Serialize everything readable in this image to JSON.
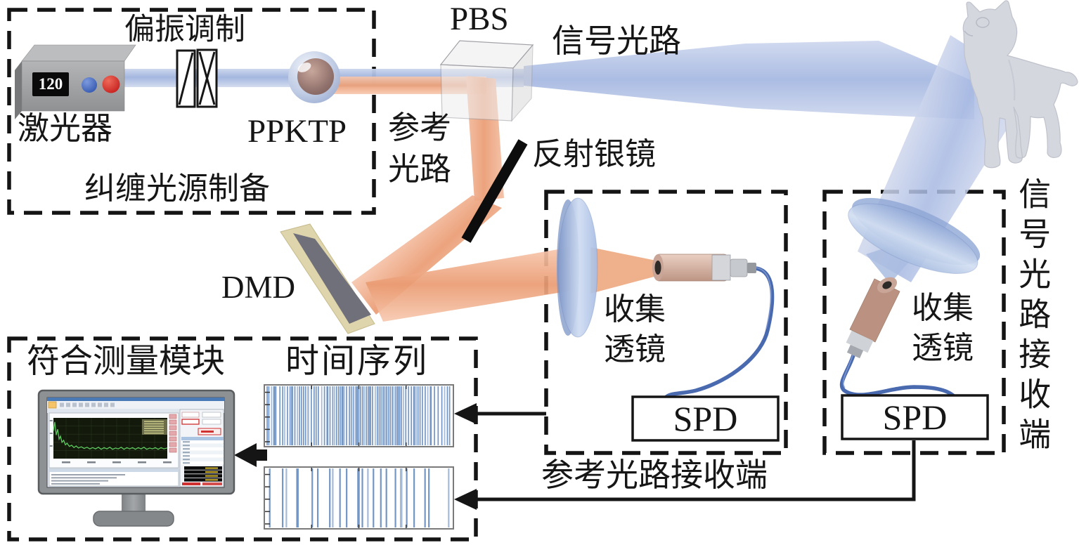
{
  "figure": {
    "source_box_label": "纠缠光源制备",
    "laser_label": "激光器",
    "laser_display": "120",
    "polarization_label": "偏振调制",
    "ppktp_label": "PPKTP",
    "pbs_label": "PBS",
    "signal_path_label": "信号光路",
    "reference_path_label": "参考\n光路",
    "mirror_label": "反射银镜",
    "dmd_label": "DMD",
    "collection_lens_label": "收集\n透镜",
    "spd_label": "SPD",
    "reference_receiver_label": "参考光路接收端",
    "signal_receiver_label": "信号光路接收端",
    "coincidence_label": "符合测量模块",
    "time_series_label": "时间序列"
  },
  "colors": {
    "signal_beam": "#9fb3de",
    "reference_beam": "#eb9e76",
    "dash_stroke": "#141414",
    "timeseries_line": "#7496c5",
    "monitor_curve": "#5ec75e"
  },
  "chart_data": [
    {
      "type": "event-raster",
      "name": "time-series-top",
      "events": [
        0.004,
        0.013,
        0.028,
        0.042,
        0.051,
        0.073,
        0.088,
        0.099,
        0.114,
        0.128,
        0.139,
        0.154,
        0.168,
        0.179,
        0.19,
        0.201,
        0.212,
        0.226,
        0.243,
        0.258,
        0.269,
        0.281,
        0.299,
        0.314,
        0.33,
        0.344,
        0.359,
        0.369,
        0.38,
        0.391,
        0.401,
        0.412,
        0.421,
        0.434,
        0.449,
        0.459,
        0.47,
        0.481,
        0.49,
        0.5,
        0.51,
        0.521,
        0.53,
        0.541,
        0.551,
        0.561,
        0.574,
        0.589,
        0.6,
        0.61,
        0.62,
        0.631,
        0.64,
        0.65,
        0.66,
        0.67,
        0.681,
        0.69,
        0.7,
        0.711,
        0.721,
        0.73,
        0.741,
        0.754,
        0.769,
        0.784,
        0.799,
        0.81,
        0.82,
        0.831,
        0.844,
        0.859,
        0.873,
        0.889,
        0.909,
        0.929,
        0.949,
        0.964,
        0.979,
        0.991
      ]
    },
    {
      "type": "event-raster",
      "name": "time-series-bottom",
      "events": [
        0.018,
        0.088,
        0.108,
        0.168,
        0.248,
        0.278,
        0.343,
        0.359,
        0.398,
        0.434,
        0.498,
        0.519,
        0.549,
        0.579,
        0.619,
        0.649,
        0.698,
        0.729,
        0.759,
        0.799,
        0.858,
        0.879,
        0.986
      ]
    },
    {
      "type": "line",
      "name": "monitor-plot",
      "points": [
        [
          0,
          0.32
        ],
        [
          0.012,
          0.1
        ],
        [
          0.025,
          0.42
        ],
        [
          0.037,
          0.28
        ],
        [
          0.05,
          0.52
        ],
        [
          0.062,
          0.45
        ],
        [
          0.075,
          0.6
        ],
        [
          0.09,
          0.55
        ],
        [
          0.105,
          0.66
        ],
        [
          0.12,
          0.62
        ],
        [
          0.14,
          0.7
        ],
        [
          0.16,
          0.67
        ],
        [
          0.18,
          0.73
        ],
        [
          0.2,
          0.69
        ],
        [
          0.22,
          0.74
        ],
        [
          0.245,
          0.71
        ],
        [
          0.27,
          0.75
        ],
        [
          0.295,
          0.72
        ],
        [
          0.32,
          0.76
        ],
        [
          0.345,
          0.73
        ],
        [
          0.37,
          0.76
        ],
        [
          0.395,
          0.72
        ],
        [
          0.42,
          0.77
        ],
        [
          0.445,
          0.73
        ],
        [
          0.47,
          0.76
        ],
        [
          0.495,
          0.72
        ],
        [
          0.52,
          0.77
        ],
        [
          0.545,
          0.74
        ],
        [
          0.57,
          0.76
        ],
        [
          0.595,
          0.72
        ],
        [
          0.62,
          0.77
        ],
        [
          0.645,
          0.73
        ],
        [
          0.67,
          0.76
        ],
        [
          0.695,
          0.73
        ],
        [
          0.72,
          0.77
        ],
        [
          0.745,
          0.73
        ],
        [
          0.77,
          0.76
        ],
        [
          0.795,
          0.72
        ],
        [
          0.82,
          0.77
        ],
        [
          0.845,
          0.74
        ],
        [
          0.87,
          0.76
        ],
        [
          0.895,
          0.73
        ],
        [
          0.92,
          0.77
        ],
        [
          0.945,
          0.73
        ],
        [
          0.97,
          0.76
        ],
        [
          1,
          0.74
        ]
      ]
    }
  ]
}
